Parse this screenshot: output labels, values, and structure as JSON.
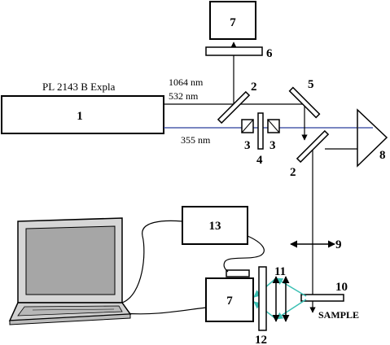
{
  "laser": {
    "number": "1",
    "model": "PL 2143 B Expla"
  },
  "wavelengths": {
    "w1064": "1064 nm",
    "w532": "532 nm",
    "w355": "355 nm"
  },
  "components": {
    "mirror_2_top": "2",
    "mirror_2_bottom": "2",
    "polarizer_3_left": "3",
    "polarizer_3_right": "3",
    "waveplate_4": "4",
    "mirror_5": "5",
    "filter_6": "6",
    "detector_7_top": "7",
    "detector_7_bottom": "7",
    "prism_8": "8",
    "lens_9": "9",
    "sample_plate_10": "10",
    "lens_11": "11",
    "filter_12": "12",
    "box_13": "13"
  },
  "sample_label": "SAMPLE",
  "colors": {
    "uv_beam": "#2a3f9c",
    "scatter": "#3cc0b4",
    "line": "#000000"
  }
}
